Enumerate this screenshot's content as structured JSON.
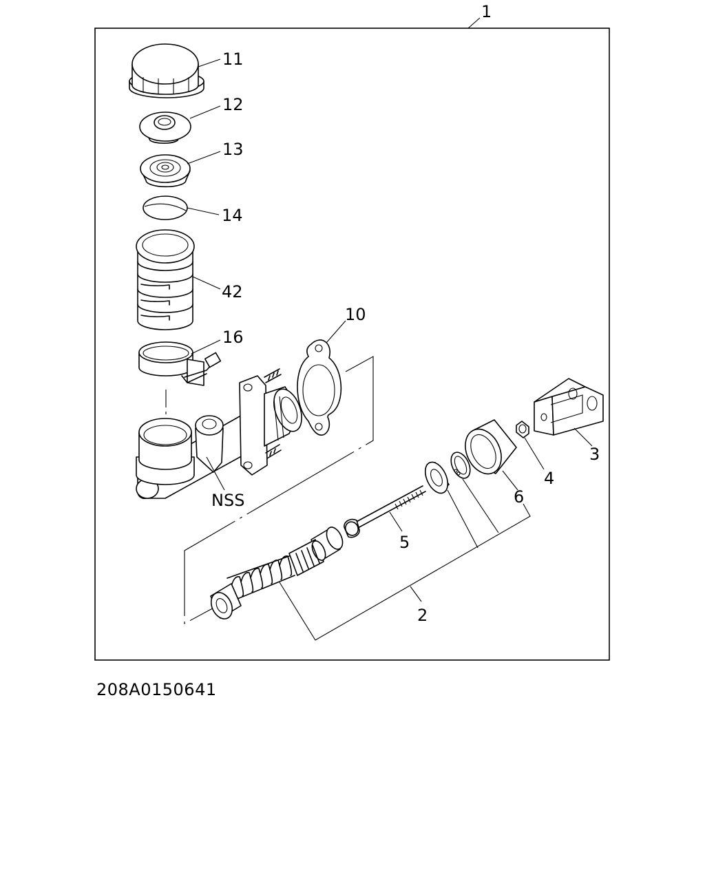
{
  "callouts": {
    "assembly": "1",
    "repair_kit": "2",
    "clevis": "3",
    "nut": "4",
    "push_rod": "5",
    "boot": "6",
    "gasket": "10",
    "cap": "11",
    "cap_plate": "12",
    "diaphragm": "13",
    "strainer": "14",
    "reservoir": "42",
    "band": "16",
    "body_nss": "NSS"
  },
  "drawing_code": "208A0150641"
}
